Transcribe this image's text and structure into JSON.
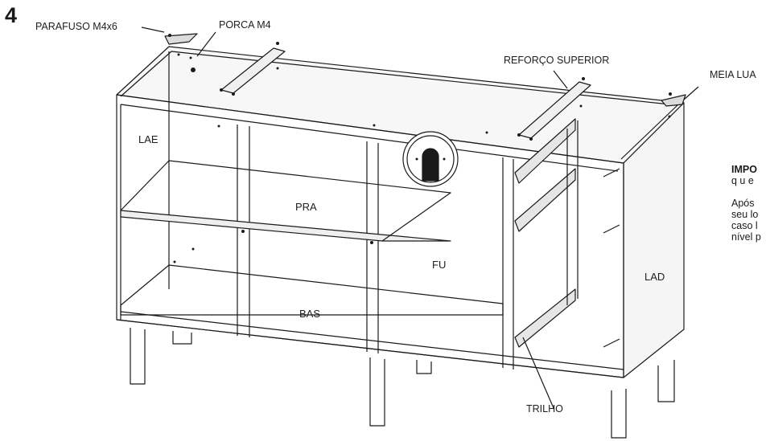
{
  "step": "4",
  "callouts": {
    "screw": "PARAFUSO M4x6",
    "nut": "PORCA M4",
    "brace": "REFORÇO SUPERIOR",
    "half_moon": "MEIA LUA",
    "rail": "TRILHO"
  },
  "parts": {
    "left_side": "LAE",
    "shelf": "PRA",
    "base": "BAS",
    "back": "FU",
    "right_side": "LAD"
  },
  "note": {
    "title": "IMPO",
    "line1": "q u e",
    "line2": "Após",
    "line3": "seu lo",
    "line4": "caso l",
    "line5": "nível p"
  },
  "colors": {
    "line": "#1a1a1a",
    "panel_shade": "#e9e9e9",
    "hardware": "#bfbfbf"
  }
}
